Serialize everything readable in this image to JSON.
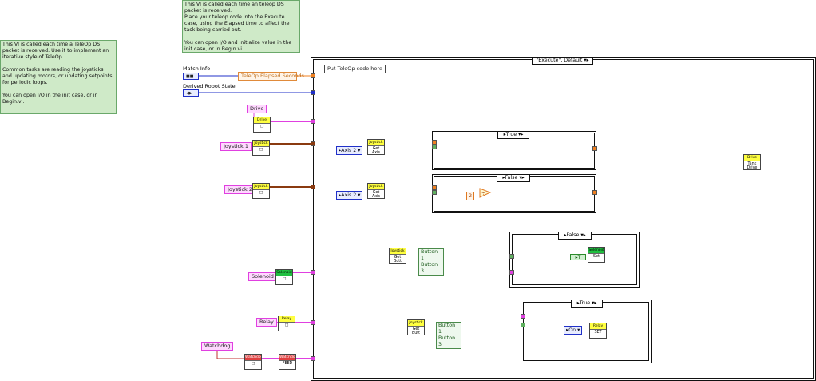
{
  "notes": {
    "left": "This VI is called each time a TeleOp DS packet is received. Use it to implement an iterative style of TeleOp.\n\nCommon tasks are reading the joysticks and updating motors, or updating setpoints for periodic loops.\n\nYou can open I/O in the init case, or in Begin.vi.",
    "top": "This VI is called each time an teleop DS packet is received.\nPlace your teleop code into the Execute case, using the Elapsed time to affect the task being carried out.\n\nYou can open I/O and initialize value in the init case, or in Begin.vi."
  },
  "controls": {
    "match_info": "Match Info",
    "derived_state": "Derived Robot State",
    "teleop_elapsed": "TeleOp Elapsed Seconds",
    "drive": "Drive",
    "joystick1": "Joystick 1",
    "joystick2": "Joystick 2",
    "solenoid": "Solenoid",
    "relay": "Relay",
    "watchdog": "Watchdog"
  },
  "case_structures": {
    "outer_selector": "\"Execute\", Default",
    "outer_comment": "Put TeleOp code here",
    "case1": "True",
    "case2": "False",
    "case3": "False",
    "case4": "True"
  },
  "vis": {
    "drive_ref_top": "Drive",
    "joy_ref_top": "Joystick",
    "get_axis_top": "Joystick",
    "get_axis_body": "Get\nAxis",
    "get_btn_top": "Joystick",
    "get_btn_body": "Get\nButt",
    "solenoid_top": "Solenoid",
    "solenoid_set": "Set",
    "relay_top": "Relay",
    "relay_set": "SET",
    "watchdog_top": "Watchdog",
    "watchdog_feed": "FEED",
    "tank_top": "Drive",
    "tank_body": "Tank\nDrive"
  },
  "rings": {
    "axis_a": "Axis 2",
    "axis_b": "Axis 2",
    "relay_on": "On"
  },
  "clusters": {
    "btnA1": "Button 1",
    "btnA2": "Button 3",
    "btnB1": "Button 1",
    "btnB2": "Button 3"
  },
  "consts": {
    "two": "2",
    "bool_t": "T"
  },
  "colors": {
    "note_bg": "#cfeac8",
    "wire_pink": "#e040e0",
    "wire_brown": "#8a3a10",
    "wire_orange": "#f08020",
    "wire_green": "#60b060",
    "wire_blue": "#2030c8"
  }
}
